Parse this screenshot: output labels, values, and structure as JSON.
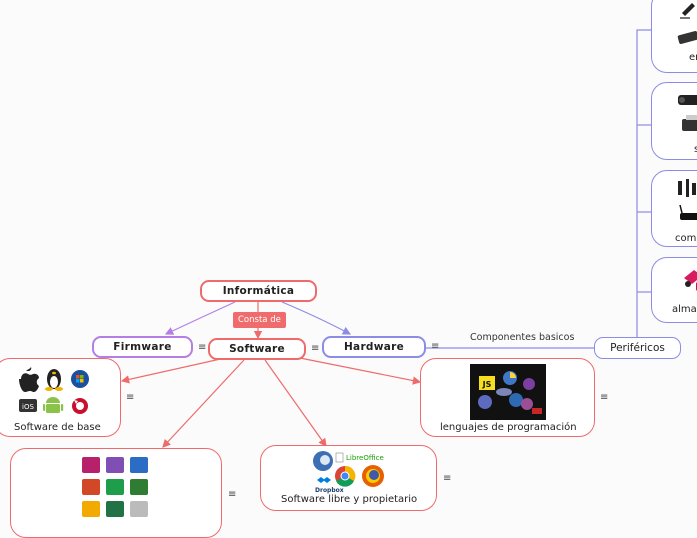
{
  "nodes": {
    "root": "Informática",
    "firmware": "Firmware",
    "software": "Software",
    "hardware": "Hardware",
    "perifericos": "Periféricos",
    "software_base": "Software de base",
    "lenguajes": "lenguajes de programación",
    "libre": "Software libre y propietario",
    "p_entrada": "en",
    "p_salida": "s",
    "p_comunicacion": "comu",
    "p_almacenamiento": "almac"
  },
  "edge_labels": {
    "consta_de": "Consta de",
    "componentes": "Componentes basicos"
  },
  "image_text": {
    "ios": "iOS",
    "js": "JS",
    "libreoffice": "LibreOffice",
    "dropbox": "Dropbox"
  },
  "menu_glyph": "≡",
  "colors": {
    "red": "#ef6b6b",
    "purple": "#b57ee5",
    "blue": "#8c8ce6"
  }
}
